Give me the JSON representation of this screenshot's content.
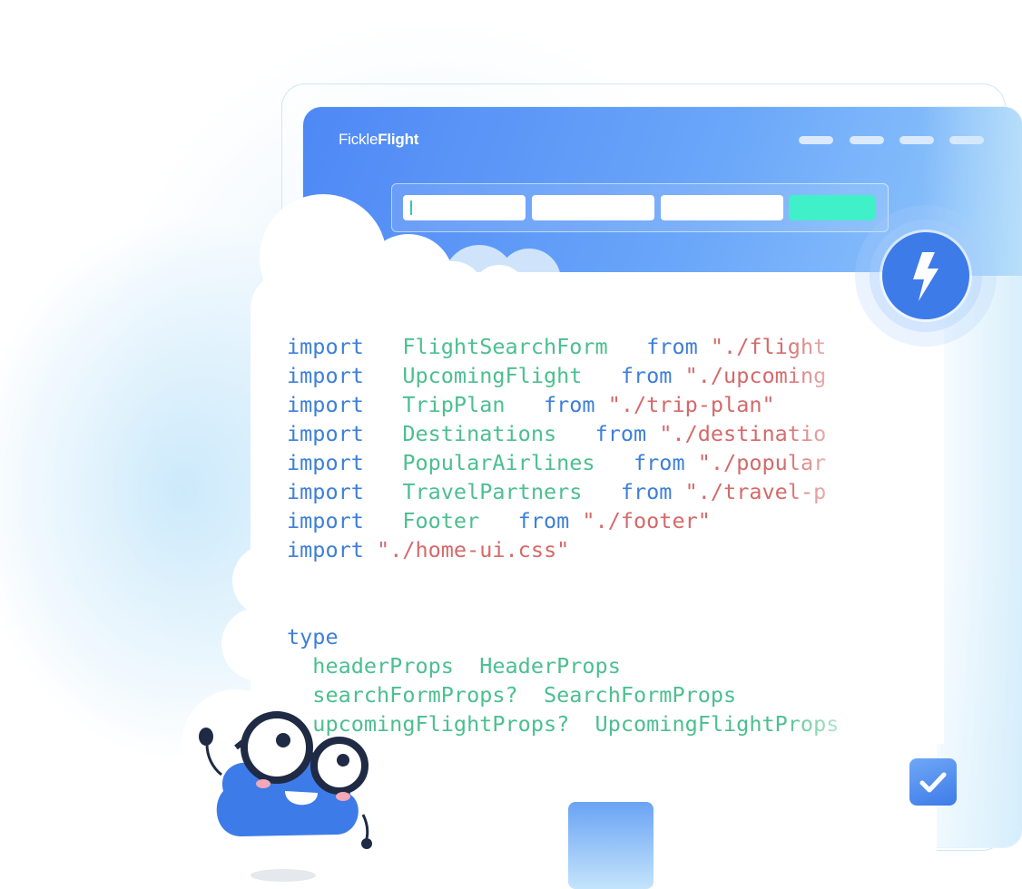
{
  "brand": {
    "name_regular": "Fickle",
    "name_bold": "Flight"
  },
  "colors": {
    "header_start": "#4e88f5",
    "header_end": "#93c9fb",
    "keyword": "#3e7fd8",
    "identifier": "#4cbf90",
    "string": "#d46a6a",
    "search_button": "#3ff0c8",
    "accent_blue": "#3d7be8"
  },
  "code_lines": [
    [
      {
        "t": "import",
        "c": "kw"
      },
      {
        "t": "   FlightSearchForm   ",
        "c": "id"
      },
      {
        "t": "from ",
        "c": "kw"
      },
      {
        "t": "\"./flight",
        "c": "str"
      }
    ],
    [
      {
        "t": "import",
        "c": "kw"
      },
      {
        "t": "   UpcomingFlight   ",
        "c": "id"
      },
      {
        "t": "from ",
        "c": "kw"
      },
      {
        "t": "\"./upcoming",
        "c": "str"
      }
    ],
    [
      {
        "t": "import",
        "c": "kw"
      },
      {
        "t": "   TripPlan   ",
        "c": "id"
      },
      {
        "t": "from ",
        "c": "kw"
      },
      {
        "t": "\"./trip-plan\"",
        "c": "str"
      }
    ],
    [
      {
        "t": "import",
        "c": "kw"
      },
      {
        "t": "   Destinations   ",
        "c": "id"
      },
      {
        "t": "from ",
        "c": "kw"
      },
      {
        "t": "\"./destinatio",
        "c": "str"
      }
    ],
    [
      {
        "t": "import",
        "c": "kw"
      },
      {
        "t": "   PopularAirlines   ",
        "c": "id"
      },
      {
        "t": "from ",
        "c": "kw"
      },
      {
        "t": "\"./popular",
        "c": "str"
      }
    ],
    [
      {
        "t": "import",
        "c": "kw"
      },
      {
        "t": "   TravelPartners   ",
        "c": "id"
      },
      {
        "t": "from ",
        "c": "kw"
      },
      {
        "t": "\"./travel-p",
        "c": "str"
      }
    ],
    [
      {
        "t": "import",
        "c": "kw"
      },
      {
        "t": "   Footer   ",
        "c": "id"
      },
      {
        "t": "from ",
        "c": "kw"
      },
      {
        "t": "\"./footer\"",
        "c": "str"
      }
    ],
    [
      {
        "t": "import ",
        "c": "kw"
      },
      {
        "t": "\"./home-ui.css\"",
        "c": "str"
      }
    ],
    [],
    [],
    [
      {
        "t": "type",
        "c": "kw"
      }
    ],
    [
      {
        "t": "  headerProps  HeaderProps",
        "c": "id"
      }
    ],
    [
      {
        "t": "  searchFormProps?  SearchFormProps",
        "c": "id"
      }
    ],
    [
      {
        "t": "  upcomingFlightProps?  UpcomingFlightProps",
        "c": "id"
      }
    ]
  ],
  "icons": {
    "bolt": "lightning-bolt-icon",
    "check": "checkmark-icon",
    "mascot": "cloud-mascot-illustration"
  }
}
